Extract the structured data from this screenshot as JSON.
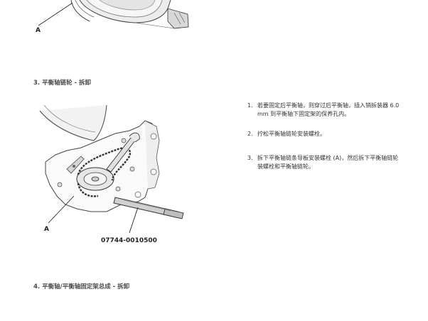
{
  "figure_top": {
    "callout_a": "A"
  },
  "section_3": {
    "heading": "3. 平衡轴链轮 - 拆卸"
  },
  "figure_main": {
    "callout_a": "A",
    "tool_number": "07744-0010500"
  },
  "steps": [
    {
      "number": "1.",
      "lines": [
        "若要固定后平衡轴，则穿过后平衡轴，插入销拆装器 6.0",
        "mm 到平衡轴下固定架的保养孔内。"
      ]
    },
    {
      "number": "2.",
      "lines": [
        "拧松平衡轴链轮安装螺栓。"
      ]
    },
    {
      "number": "3.",
      "lines": [
        "拆下平衡轴链条导板安装螺栓 (A)，然后拆下平衡轴链轮",
        "装螺栓和平衡轴链轮。"
      ]
    }
  ],
  "section_4": {
    "heading": "4. 平衡轴/平衡轴固定架总成 - 拆卸"
  }
}
